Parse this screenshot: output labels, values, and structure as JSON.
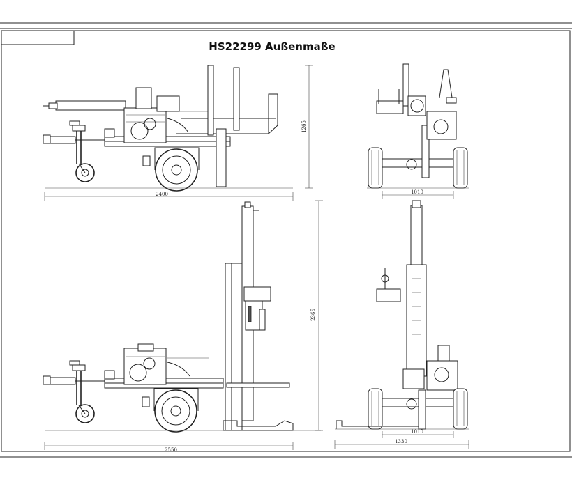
{
  "title": "HS22299 Außenmaße",
  "dimensions": {
    "side_horizontal_length": "2400",
    "side_horizontal_height": "1265",
    "front_horizontal_width": "1010",
    "side_vertical_height": "2365",
    "side_vertical_length": "2550",
    "front_vertical_width": "1010",
    "front_vertical_base": "1330"
  }
}
